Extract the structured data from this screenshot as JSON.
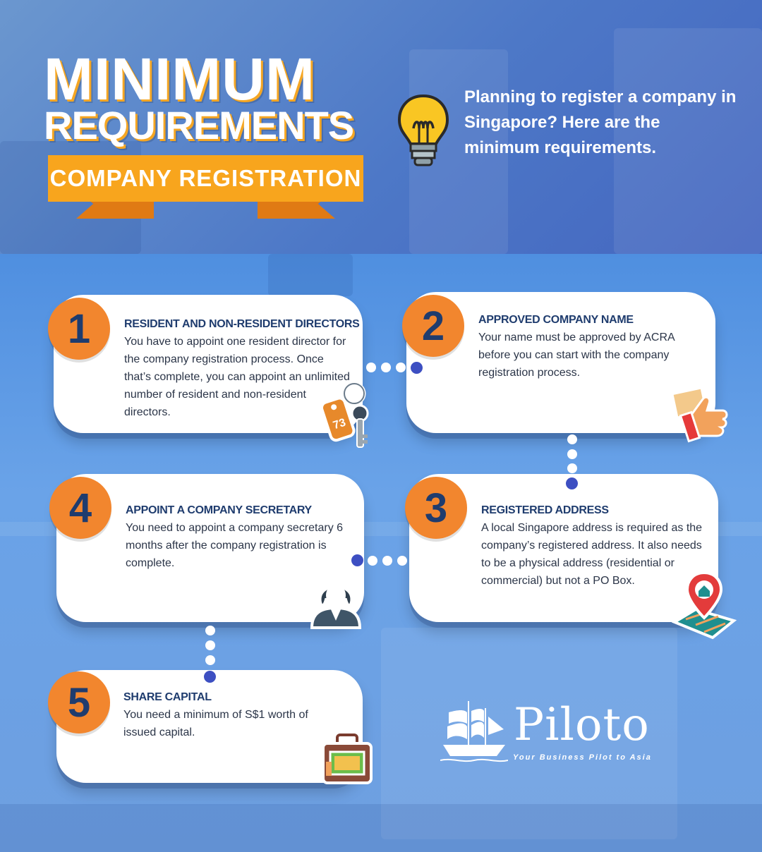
{
  "header": {
    "title_line1": "MINIMUM",
    "title_line2": "REQUIREMENTS",
    "ribbon_label": "COMPANY REGISTRATION",
    "intro": "Planning to register a company in Singapore? Here are the minimum requirements."
  },
  "steps": [
    {
      "number": "1",
      "title": "RESIDENT AND NON-RESIDENT DIRECTORS",
      "text": "You have to appoint one resident director for the company registration process. Once that’s complete, you can appoint an unlimited number of resident and non-resident directors.",
      "icon": "keys-icon",
      "icon_tag": "73"
    },
    {
      "number": "2",
      "title": "APPROVED COMPANY NAME",
      "text": "Your name must be approved by ACRA before you can start with the company registration process.",
      "icon": "thumbs-up-icon"
    },
    {
      "number": "3",
      "title": "REGISTERED ADDRESS",
      "text": "A local Singapore address is required as the company’s registered address. It also needs to be a physical address (residential or commercial) but not a PO Box.",
      "icon": "map-pin-icon"
    },
    {
      "number": "4",
      "title": "APPOINT A COMPANY SECRETARY",
      "text": "You need to appoint a company secretary 6 months after the company registration is complete.",
      "icon": "secretary-icon"
    },
    {
      "number": "5",
      "title": "SHARE CAPITAL",
      "text": "You need a minimum of S$1 worth of issued capital.",
      "icon": "money-case-icon"
    }
  ],
  "brand": {
    "name": "Piloto",
    "tagline": "Your Business Pilot to Asia",
    "logo_icon": "ship-icon"
  },
  "colors": {
    "accent_orange": "#f2862e",
    "ribbon_yellow": "#f8a51d",
    "navy": "#1f3c6e",
    "connector_blue": "#3d4fc2"
  }
}
